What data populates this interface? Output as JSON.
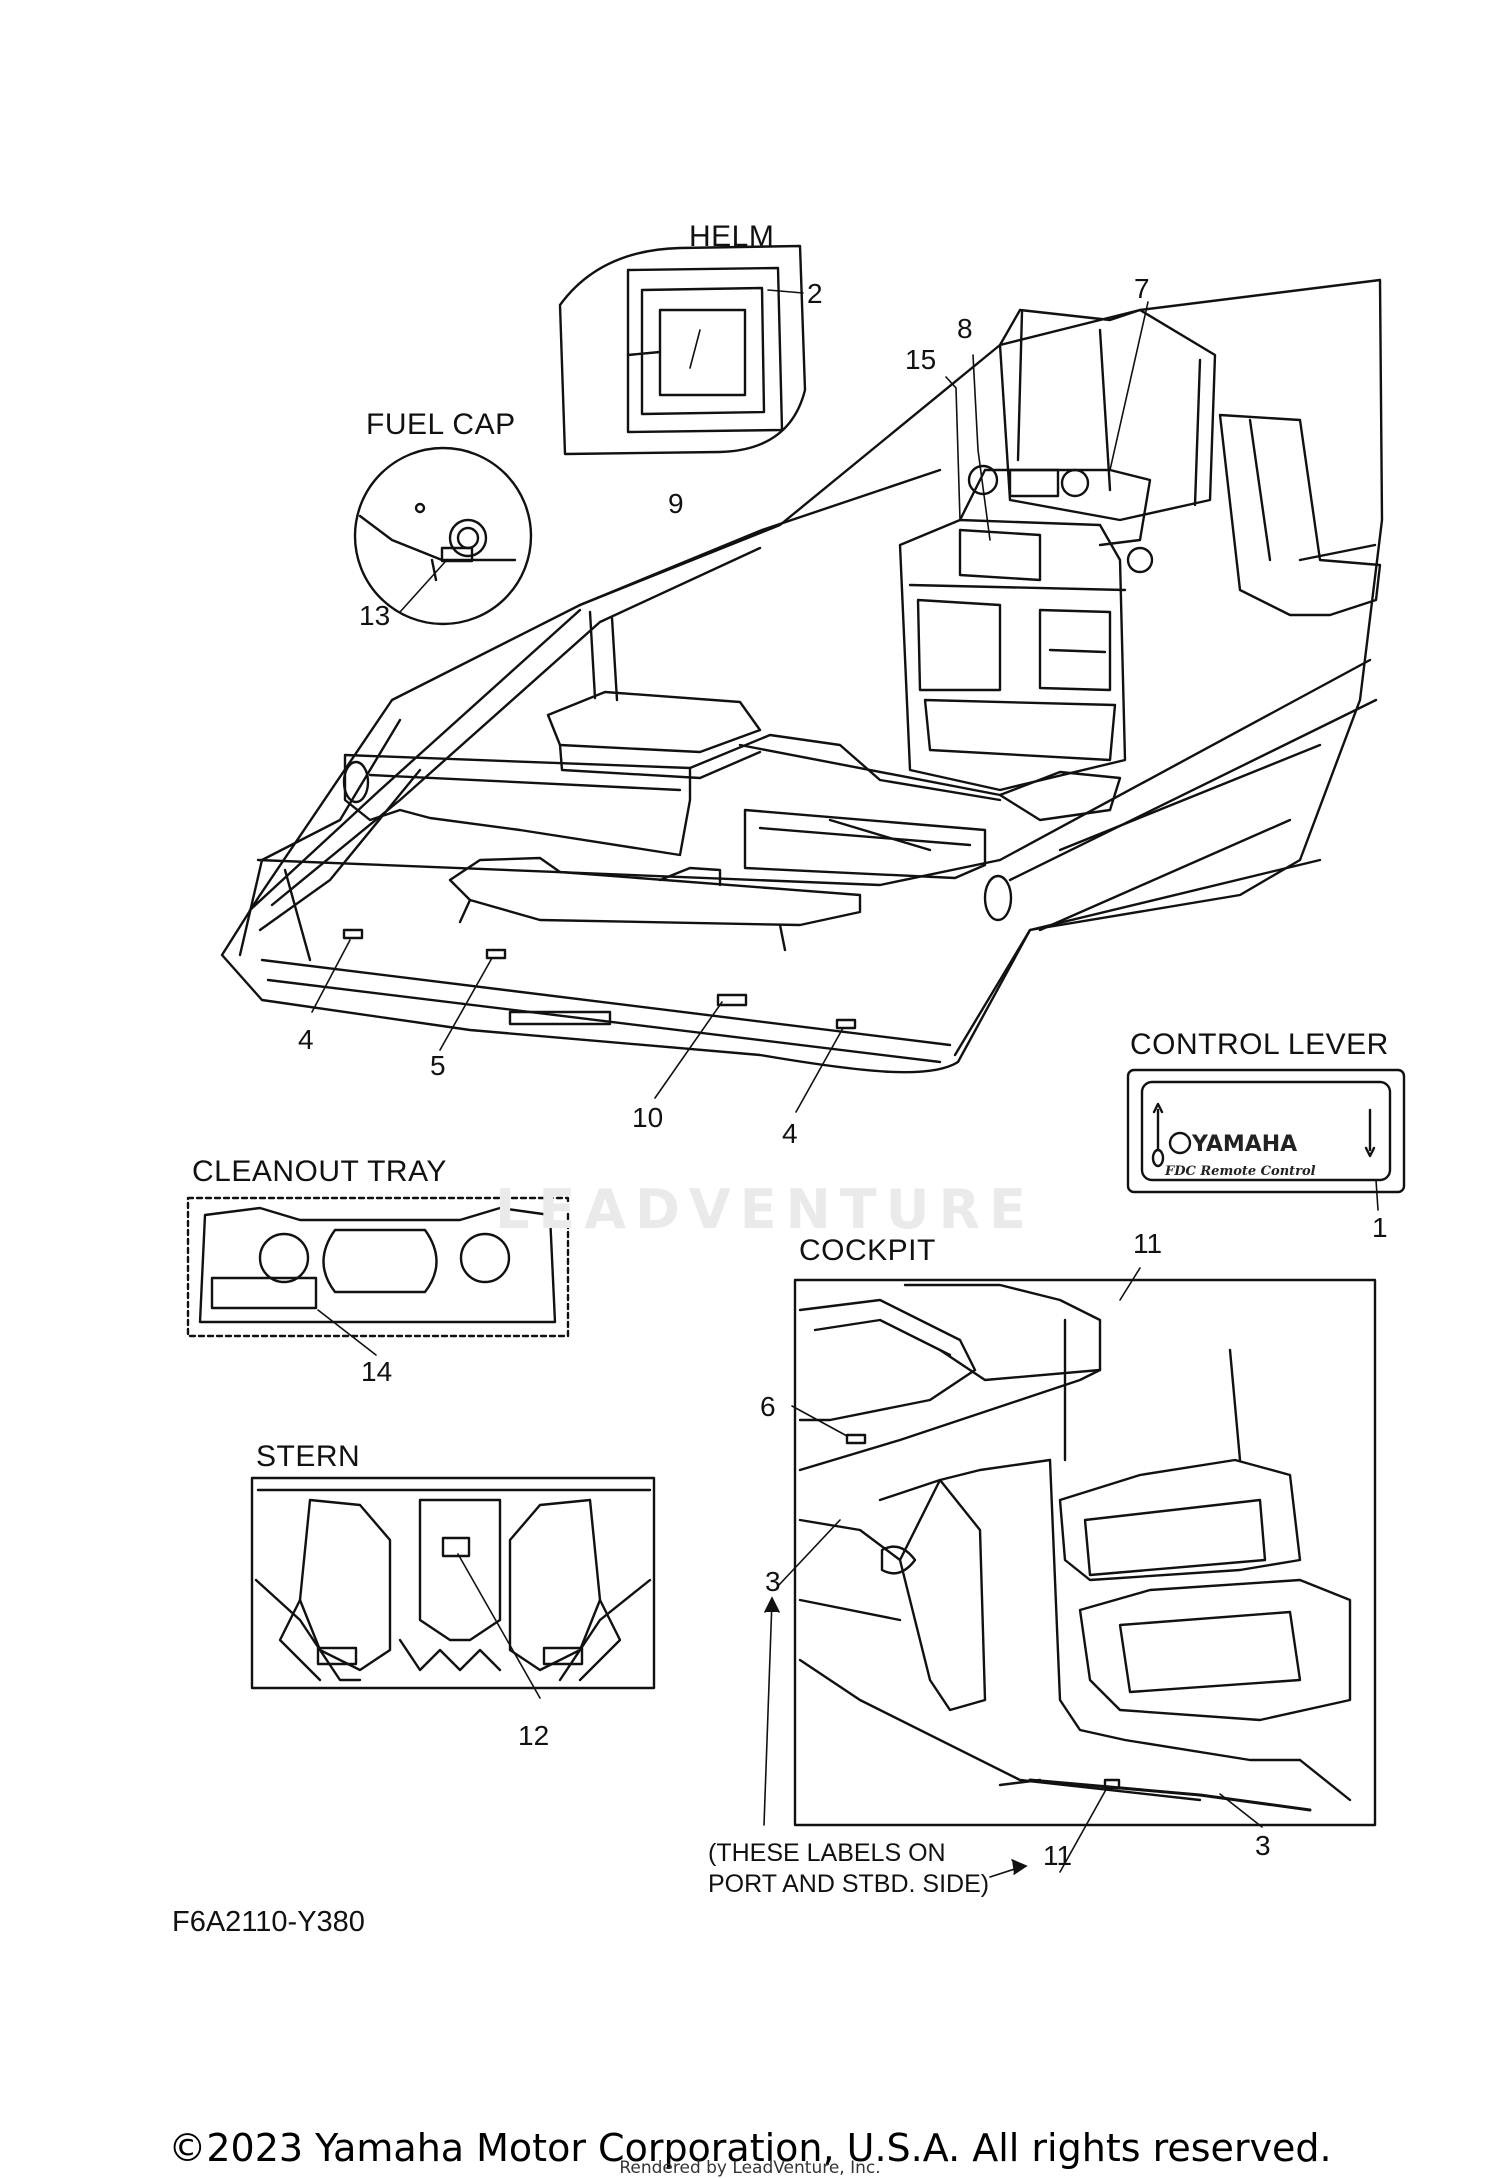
{
  "sections": {
    "helm": "HELM",
    "fuel_cap": "FUEL CAP",
    "control_lever": "CONTROL LEVER",
    "cleanout_tray": "CLEANOUT TRAY",
    "cockpit": "COCKPIT",
    "stern": "STERN"
  },
  "callouts": {
    "c1": "1",
    "c2": "2",
    "c3a": "3",
    "c3b": "3",
    "c4a": "4",
    "c4b": "4",
    "c5": "5",
    "c6": "6",
    "c7": "7",
    "c8": "8",
    "c9": "9",
    "c10": "10",
    "c11a": "11",
    "c11b": "11",
    "c12": "12",
    "c13": "13",
    "c14": "14",
    "c15": "15"
  },
  "note_line1": "(THESE LABELS ON",
  "note_line2": "PORT AND STBD. SIDE)",
  "lever_decal": {
    "brand": "YAMAHA",
    "subtitle": "FDC Remote Control"
  },
  "diagram_code": "F6A2110-Y380",
  "watermark": "LEADVENTURE",
  "copyright": "©2023 Yamaha Motor Corporation, U.S.A. All rights reserved.",
  "rendered_by": "Rendered by LeadVenture, Inc."
}
